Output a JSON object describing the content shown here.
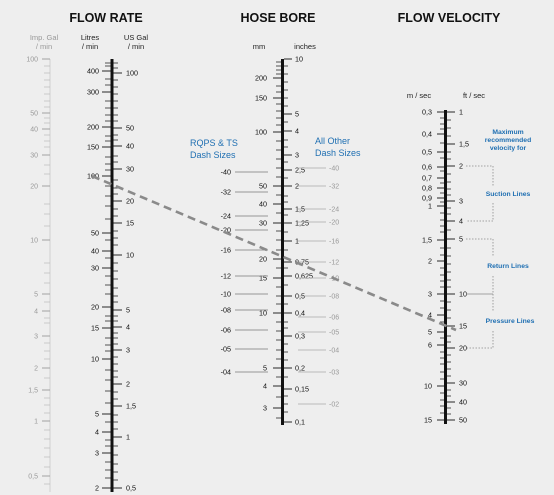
{
  "flow_rate": {
    "title": "FLOW RATE",
    "imp_units": [
      "Imp. Gal",
      "/ min"
    ],
    "litres_units": [
      "Litres",
      "/ min"
    ],
    "us_units": [
      "US Gal",
      "/ min"
    ],
    "imp_labels": [
      "100",
      "50",
      "40",
      "30",
      "20",
      "10",
      "5",
      "4",
      "3",
      "2",
      "1,5",
      "1",
      "0,5"
    ],
    "litres_labels": [
      "400",
      "300",
      "200",
      "150",
      "100",
      "50",
      "40",
      "30",
      "20",
      "15",
      "10",
      "5",
      "4",
      "3",
      "2"
    ],
    "us_labels": [
      "100",
      "50",
      "40",
      "30",
      "20",
      "15",
      "10",
      "5",
      "4",
      "3",
      "2",
      "1,5",
      "1",
      "0,5"
    ]
  },
  "hose_bore": {
    "title": "HOSE BORE",
    "mm_units": "mm",
    "inch_units": "inches",
    "mm_labels": [
      "200",
      "150",
      "100",
      "50",
      "40",
      "30",
      "20",
      "15",
      "10",
      "5",
      "4",
      "3"
    ],
    "inch_labels": [
      "10",
      "5",
      "4",
      "3",
      "2,5",
      "2",
      "1,5",
      "1,25",
      "1",
      "0,75",
      "0,625",
      "0,5",
      "0,4",
      "0,3",
      "0,2",
      "0,15",
      "0,1"
    ],
    "left_dash_labels": [
      "-40",
      "-32",
      "-24",
      "-20",
      "-16",
      "-12",
      "-10",
      "-08",
      "-06",
      "-05",
      "-04"
    ],
    "right_dash_labels": [
      "-40",
      "-32",
      "-24",
      "-20",
      "-16",
      "-12",
      "-10",
      "-08",
      "-06",
      "-05",
      "-04",
      "-03",
      "-02"
    ],
    "rqps_label": [
      "RQPS & TS",
      "Dash Sizes"
    ],
    "other_label": [
      "All Other",
      "Dash Sizes"
    ]
  },
  "flow_velocity": {
    "title": "FLOW VELOCITY",
    "ms_units": "m / sec",
    "fts_units": "ft / sec",
    "ms_labels": [
      "0,3",
      "0,4",
      "0,5",
      "0,6",
      "0,7",
      "0,8",
      "0,9",
      "1",
      "1,5",
      "2",
      "3",
      "4",
      "5",
      "6",
      "10",
      "15"
    ],
    "fts_labels": [
      "1",
      "1,5",
      "2",
      "3",
      "4",
      "5",
      "10",
      "15",
      "20",
      "30",
      "40",
      "50"
    ],
    "max_note": [
      "Maximum",
      "recommended",
      "velocity for"
    ],
    "suction": "Suction Lines",
    "return": "Return Lines",
    "pressure": "Pressure Lines"
  },
  "colors": {
    "blue": "#1f6fb2",
    "scale": "#111111",
    "grey": "#999999",
    "dashed_line": "#8a8a8a"
  }
}
